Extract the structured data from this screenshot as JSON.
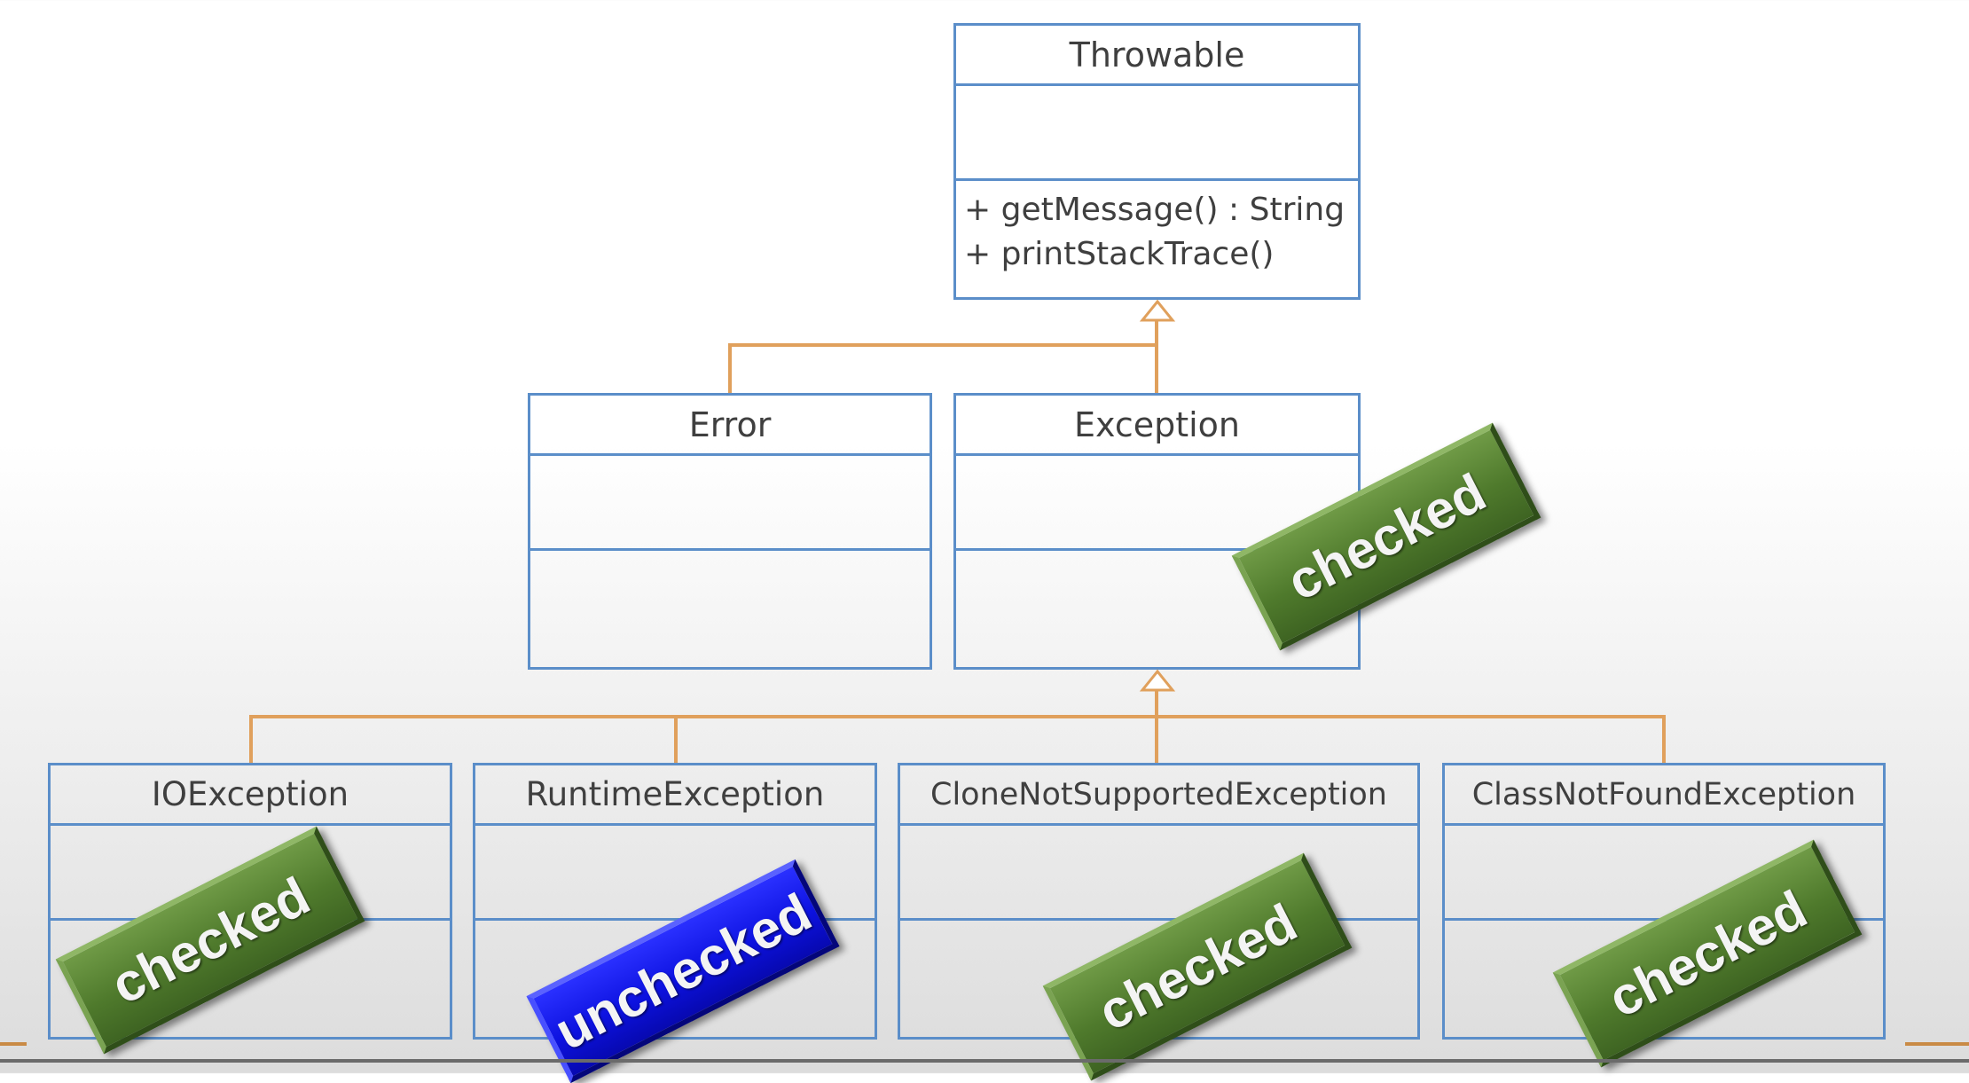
{
  "diagram": {
    "classes": {
      "throwable": {
        "name": "Throwable",
        "operations": [
          "+ getMessage() : String",
          "+ printStackTrace()"
        ]
      },
      "error": {
        "name": "Error"
      },
      "exception": {
        "name": "Exception"
      },
      "io_exception": {
        "name": "IOException"
      },
      "runtime_exception": {
        "name": "RuntimeException"
      },
      "clone_not_supported_exception": {
        "name": "CloneNotSupportedException"
      },
      "class_not_found_exception": {
        "name": "ClassNotFoundException"
      }
    },
    "badges": {
      "exception": {
        "label": "checked",
        "kind": "checked"
      },
      "io_exception": {
        "label": "checked",
        "kind": "checked"
      },
      "runtime_exception": {
        "label": "unchecked",
        "kind": "unchecked"
      },
      "clone_not_supported_exception": {
        "label": "checked",
        "kind": "checked"
      },
      "class_not_found_exception": {
        "label": "checked",
        "kind": "checked"
      }
    },
    "colors": {
      "class_border": "#5b8ec9",
      "inheritance_line": "#e0a05c",
      "checked_badge": "#4f7a2c",
      "unchecked_badge": "#0d12e0"
    }
  }
}
